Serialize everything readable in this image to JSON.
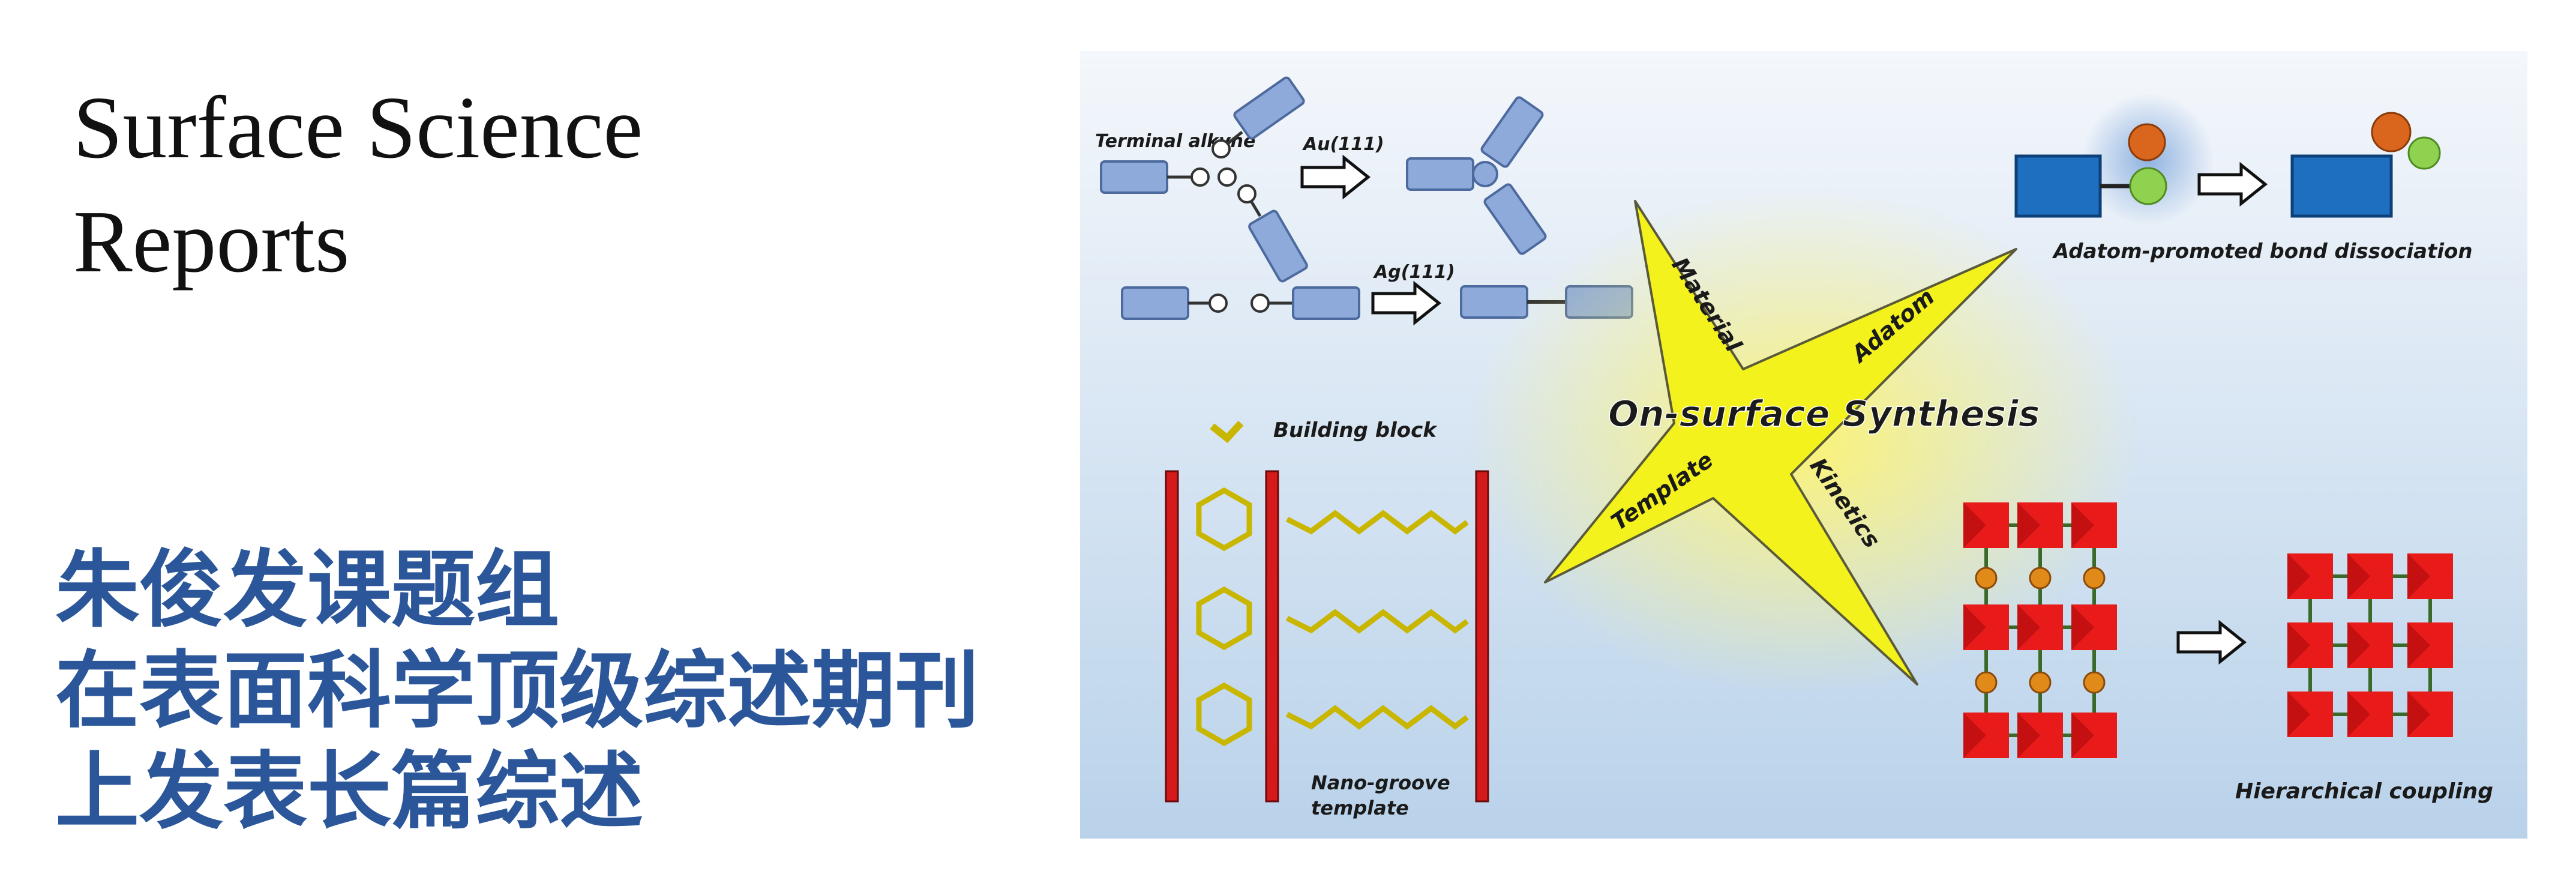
{
  "journal": {
    "line1": "Surface Science",
    "line2": "Reports"
  },
  "headline": {
    "line1": "朱俊发课题组",
    "line2": "在表面科学顶级综述期刊",
    "line3": "上发表长篇综述"
  },
  "figure": {
    "terminal_alkyne": "Terminal alkyne",
    "au111": "Au(111)",
    "ag111": "Ag(111)",
    "adatom_bond": "Adatom-promoted bond dissociation",
    "building_block": "Building block",
    "on_surface": "On-surface Synthesis",
    "material": "Material",
    "adatom": "Adatom",
    "template": "Template",
    "kinetics": "Kinetics",
    "nano_groove_1": "Nano-groove",
    "nano_groove_2": "template",
    "hierarchical": "Hierarchical coupling"
  },
  "colors": {
    "headline": "#2b579a",
    "star": "#f4f21c",
    "block": "#8eaadb",
    "red": "#e81a1a"
  }
}
